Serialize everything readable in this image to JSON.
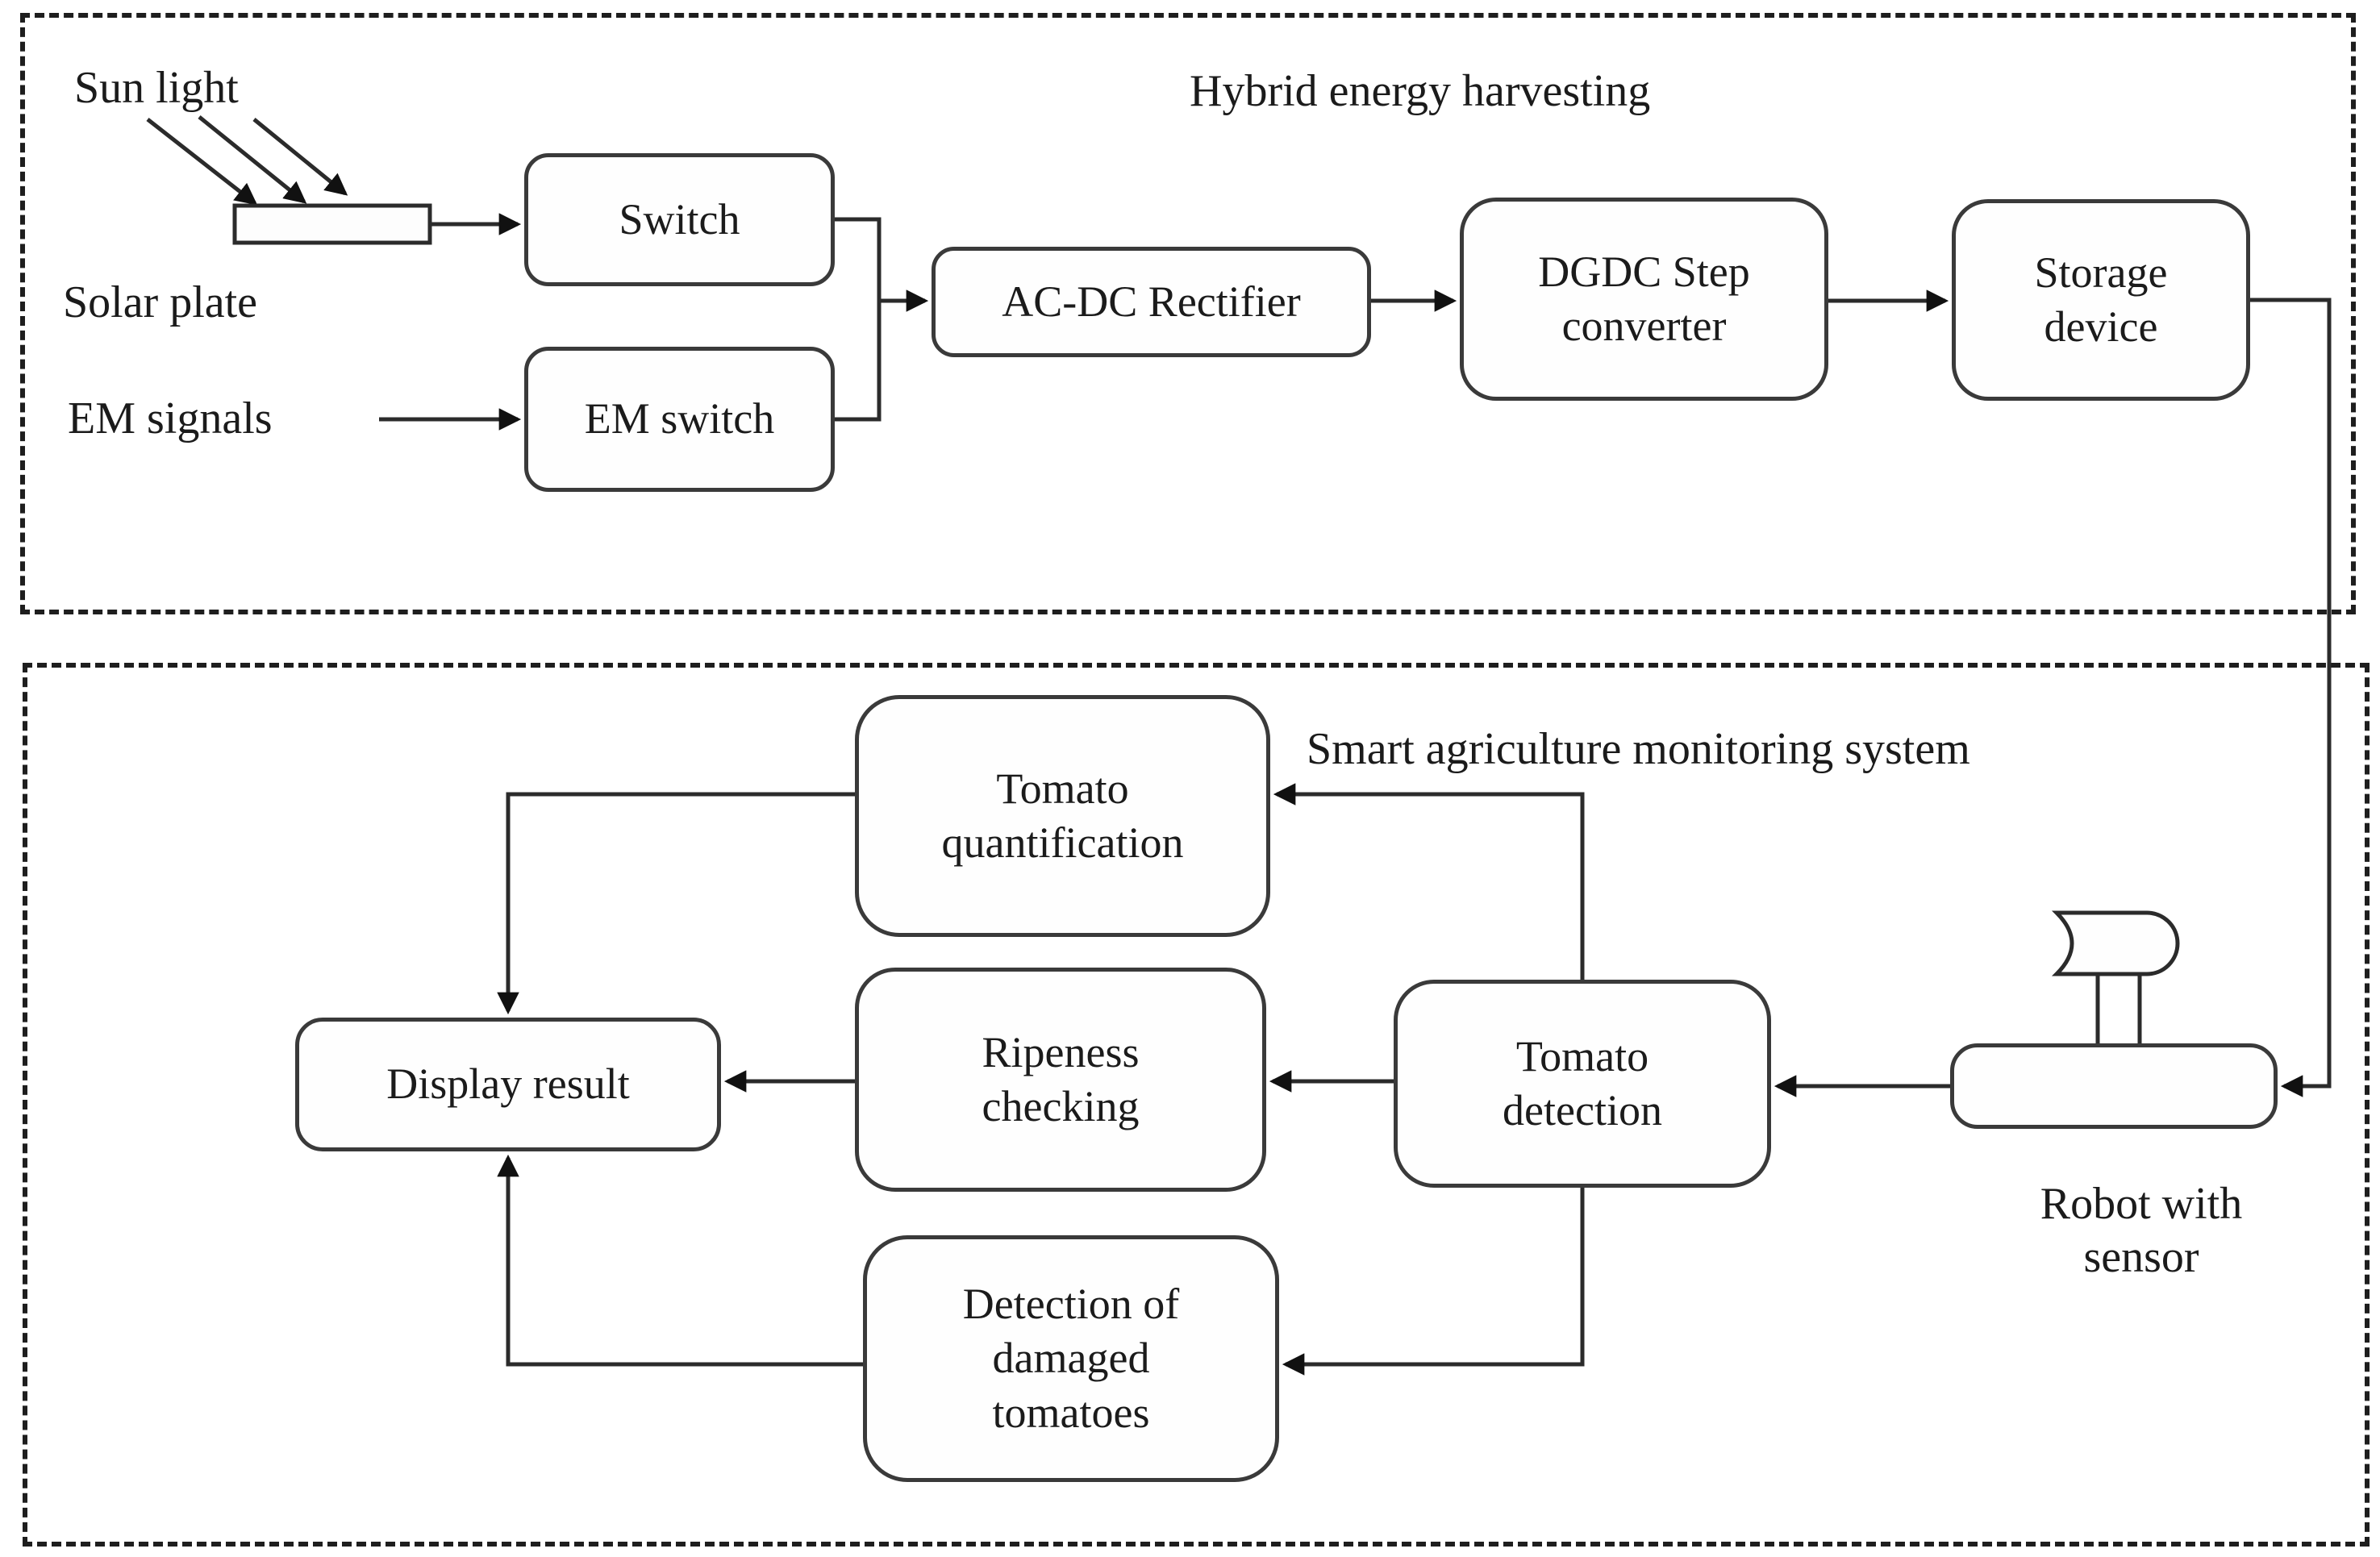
{
  "energy": {
    "title": "Hybrid energy harvesting",
    "sun_light_label": "Sun light",
    "solar_plate_label": "Solar plate",
    "em_signals_label": "EM signals",
    "nodes": {
      "switch": "Switch",
      "em_switch": "EM switch",
      "rectifier": "AC-DC Rectifier",
      "converter": "DGDC Step converter",
      "storage": "Storage device"
    }
  },
  "agriculture": {
    "title": "Smart agriculture monitoring system",
    "robot_label": "Robot with sensor",
    "nodes": {
      "tomato_quantification": "Tomato quantification",
      "ripeness_checking": "Ripeness checking",
      "tomato_detection": "Tomato detection",
      "display_result": "Display result",
      "damaged_detection": "Detection of damaged tomatoes"
    }
  },
  "colors": {
    "line": "#2b2b2b",
    "arrowhead": "#111111",
    "box_border": "#3a3a3a",
    "box_fill": "#fefefe",
    "dashed_border": "#1e1e1e",
    "text": "#1b1b1b",
    "background": "#ffffff"
  }
}
